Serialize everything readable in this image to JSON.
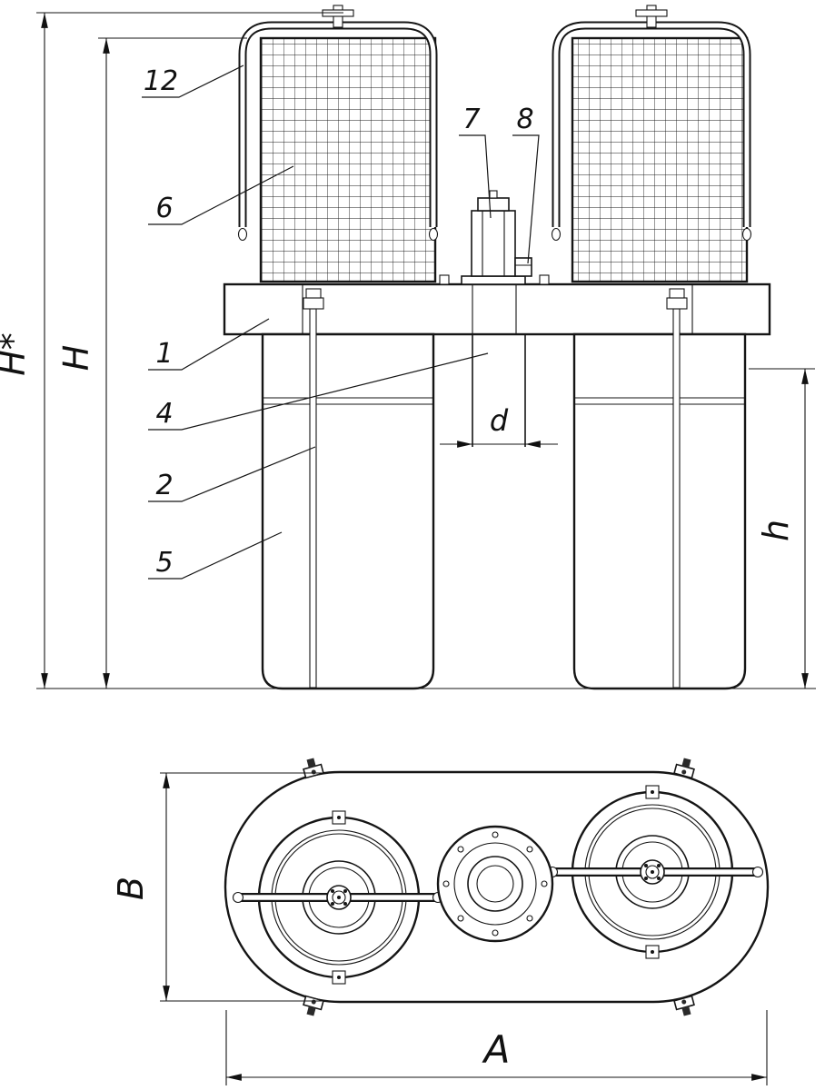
{
  "drawing": {
    "view_front": {
      "callouts": {
        "c12": "12",
        "c6": "6",
        "c1": "1",
        "c4": "4",
        "c2": "2",
        "c5": "5",
        "c7": "7",
        "c8": "8"
      },
      "dims": {
        "height_overall_star": "H*",
        "height_overall": "H",
        "bag_height": "h",
        "inlet_diameter": "d"
      }
    },
    "view_plan": {
      "dims": {
        "width": "B",
        "length": "A"
      }
    },
    "colors": {
      "line": "#151515",
      "background": "#ffffff"
    }
  }
}
